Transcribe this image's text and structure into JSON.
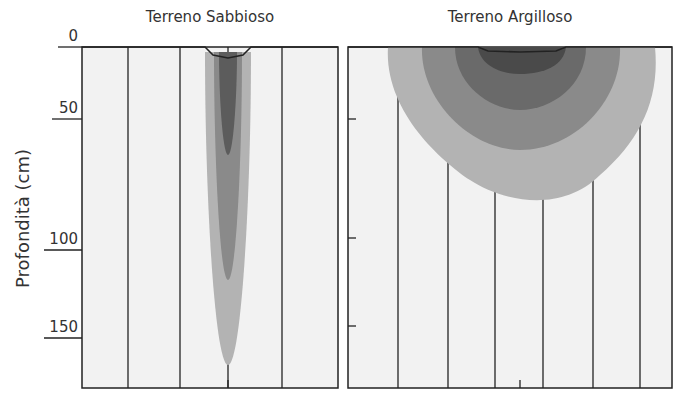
{
  "diagram": {
    "nodes": [
      {
        "text": [
          "Terreno Sabbioso"
        ]
      },
      {
        "text": [
          "Terreno Argilloso"
        ]
      }
    ],
    "labels": [
      "Profondità (cm)",
      "0",
      "50",
      "100",
      "150"
    ]
  }
}
